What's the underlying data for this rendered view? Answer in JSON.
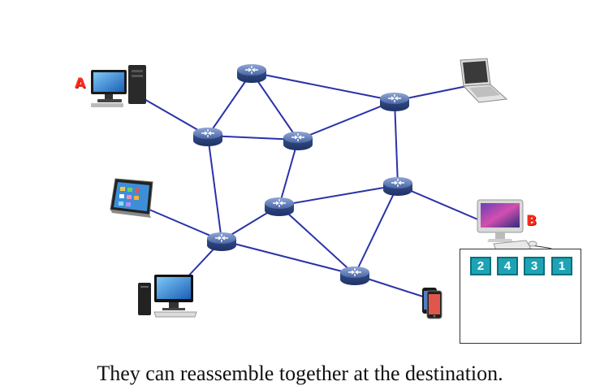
{
  "endpoints": {
    "a_label": "A",
    "b_label": "B"
  },
  "packets": [
    "2",
    "4",
    "3",
    "1"
  ],
  "caption": "They can reassemble together at the destination.",
  "colors": {
    "link": "#2a32a8",
    "router": "#3d5a96",
    "packet": "#1ea3b5",
    "endpoint_label": "#ff2a1a"
  },
  "icons": {
    "routers": [
      "router-icon",
      "router-icon",
      "router-icon",
      "router-icon",
      "router-icon",
      "router-icon",
      "router-icon",
      "router-icon"
    ],
    "devices": [
      "desktop-computer-icon",
      "laptop-icon",
      "tablet-icon",
      "desktop-computer-icon",
      "smartphone-icon",
      "imac-computer-icon"
    ]
  }
}
